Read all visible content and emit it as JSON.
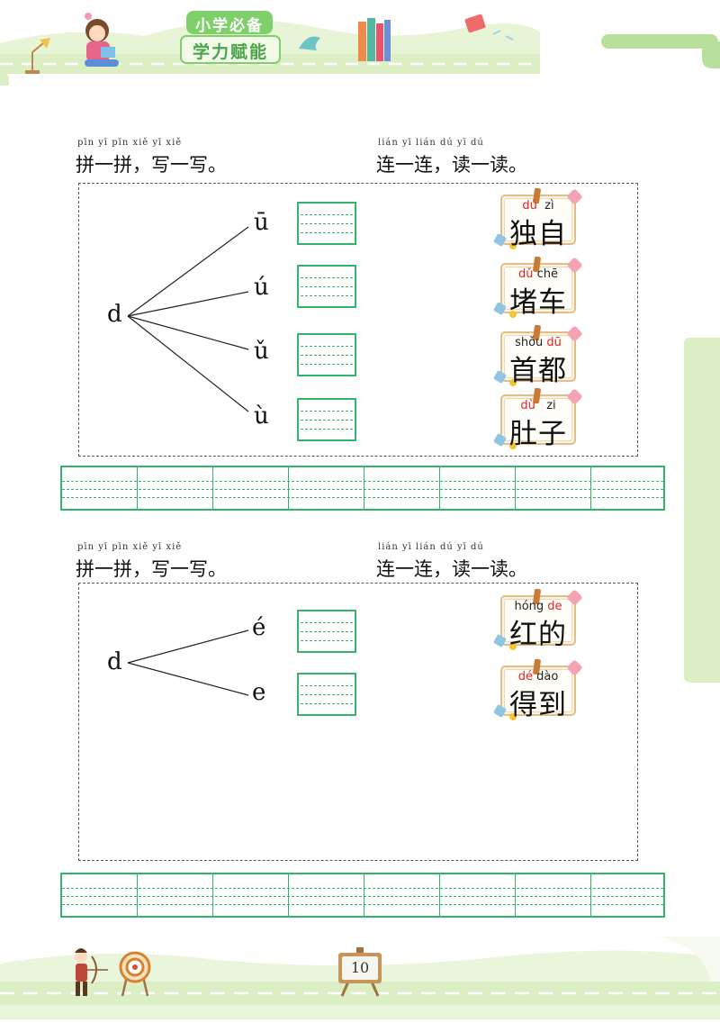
{
  "header": {
    "badge_line1": "小学必备",
    "badge_line2": "学力赋能"
  },
  "sections": [
    {
      "left_pinyin": "pīn yī pīn   xiě yī xiě",
      "left_title": "拼一拼，写一写。",
      "right_pinyin": "lián yī lián   dú yī dú",
      "right_title": "连一连，读一读。",
      "initial": "d",
      "finals": [
        "ū",
        "ú",
        "ǔ",
        "ù"
      ],
      "cards": [
        {
          "py": [
            {
              "t": "dú",
              "red": true
            },
            {
              "t": "zì",
              "red": false
            }
          ],
          "chars": "独自"
        },
        {
          "py": [
            {
              "t": "dǔ",
              "red": true
            },
            {
              "t": "chē",
              "red": false
            }
          ],
          "chars": "堵车"
        },
        {
          "py": [
            {
              "t": "shǒu",
              "red": false
            },
            {
              "t": "dū",
              "red": true
            }
          ],
          "chars": "首都"
        },
        {
          "py": [
            {
              "t": "dù",
              "red": true
            },
            {
              "t": "zi",
              "red": false
            }
          ],
          "chars": "肚子"
        }
      ]
    },
    {
      "left_pinyin": "pīn yī pīn   xiě yī xiě",
      "left_title": "拼一拼，写一写。",
      "right_pinyin": "lián yī lián   dú yī dú",
      "right_title": "连一连，读一读。",
      "initial": "d",
      "finals": [
        "é",
        "e"
      ],
      "cards": [
        {
          "py": [
            {
              "t": "hóng",
              "red": false
            },
            {
              "t": "de",
              "red": true
            }
          ],
          "chars": "红的"
        },
        {
          "py": [
            {
              "t": "dé",
              "red": true
            },
            {
              "t": "dào",
              "red": false
            }
          ],
          "chars": "得到"
        }
      ]
    }
  ],
  "footer": {
    "page_number": "10"
  },
  "colors": {
    "grid_green": "#34b36a",
    "band_green": "#dcefc4",
    "red_pinyin": "#e02424"
  }
}
